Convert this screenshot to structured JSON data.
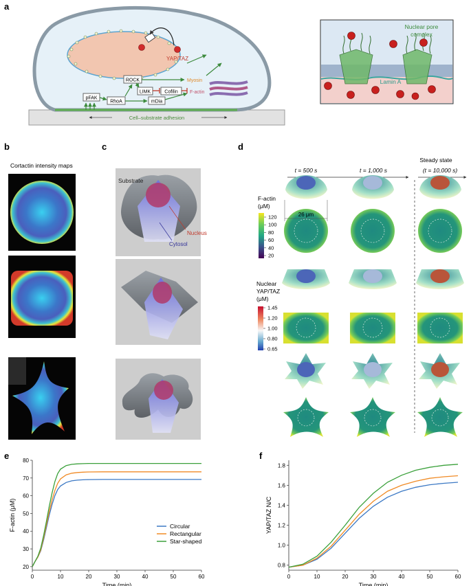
{
  "panels": {
    "a": "a",
    "b": "b",
    "c": "c",
    "d": "d",
    "e": "e",
    "f": "f"
  },
  "a": {
    "yap_taz": "YAP/TAZ",
    "rock": "ROCK",
    "myosin": "Myosin",
    "limk": "LIMK",
    "cofilin": "Cofilin",
    "f_actin": "F-actin",
    "pfak": "pFAK",
    "rhoa": "RhoA",
    "mdia": "mDia",
    "adhesion": "Cell–substrate adhesion",
    "npc_line1": "Nuclear pore",
    "npc_line2": "complex",
    "lamin": "Lamin A"
  },
  "b": {
    "title": "Cortactin intensity maps"
  },
  "c": {
    "substrate": "Substrate",
    "nucleus": "Nucleus",
    "cytosol": "Cytosol"
  },
  "d": {
    "t1": "t = 500 s",
    "t2": "t = 1,000 s",
    "steady": "Steady state",
    "t3": "(t = 10,000 s)",
    "scale": "26 μm",
    "factin_title1": "F-actin",
    "factin_title2": "(μM)",
    "factin_ticks": [
      "120",
      "100",
      "80",
      "60",
      "40",
      "20"
    ],
    "yap_title1": "Nuclear",
    "yap_title2": "YAP/TAZ",
    "yap_title3": "(μM)",
    "yap_ticks": [
      "1.45",
      "1.20",
      "1.00",
      "0.80",
      "0.65"
    ]
  },
  "colors": {
    "circular": "#3b78c4",
    "rectangular": "#f08a24",
    "star": "#3aa03a"
  },
  "chart_data": [
    {
      "type": "line",
      "title": "",
      "xlabel": "Time (min)",
      "ylabel": "F-actin (μM)",
      "xlim": [
        0,
        60
      ],
      "ylim": [
        18,
        80
      ],
      "xticks": [
        "0",
        "10",
        "20",
        "30",
        "40",
        "50",
        "60"
      ],
      "yticks": [
        "20",
        "30",
        "40",
        "50",
        "60",
        "70",
        "80"
      ],
      "x": [
        0,
        1,
        2,
        3,
        4,
        5,
        6,
        7,
        8,
        9,
        10,
        12,
        14,
        16,
        18,
        20,
        25,
        30,
        40,
        50,
        60
      ],
      "series": [
        {
          "name": "Circular",
          "values": [
            20,
            23,
            25.5,
            29,
            35,
            42,
            49,
            55,
            60,
            63.5,
            65.5,
            67.5,
            68.4,
            68.8,
            69,
            69.1,
            69.2,
            69.2,
            69.2,
            69.2,
            69.2
          ]
        },
        {
          "name": "Rectangular",
          "values": [
            20,
            23,
            25.5,
            29.5,
            36,
            43.5,
            51,
            57.5,
            63,
            67,
            69.5,
            71.8,
            72.7,
            73.1,
            73.3,
            73.4,
            73.5,
            73.5,
            73.5,
            73.5,
            73.5
          ]
        },
        {
          "name": "Star-shaped",
          "values": [
            20,
            23,
            26,
            30.5,
            37.5,
            45.5,
            54,
            61.5,
            68,
            72.5,
            75,
            77,
            77.7,
            78,
            78.1,
            78.2,
            78.2,
            78.2,
            78.2,
            78.2,
            78.2
          ]
        }
      ],
      "legend": "center-right"
    },
    {
      "type": "line",
      "title": "",
      "xlabel": "Time (min)",
      "ylabel": "YAP/TAZ N/C",
      "xlim": [
        0,
        60
      ],
      "ylim": [
        0.75,
        1.85
      ],
      "xticks": [
        "0",
        "10",
        "20",
        "30",
        "40",
        "50",
        "60"
      ],
      "yticks": [
        "0.8",
        "1.0",
        "1.2",
        "1.4",
        "1.6",
        "1.8"
      ],
      "x": [
        0,
        5,
        10,
        15,
        20,
        25,
        30,
        35,
        40,
        45,
        50,
        55,
        60
      ],
      "series": [
        {
          "name": "Circular",
          "values": [
            0.78,
            0.8,
            0.86,
            0.97,
            1.12,
            1.27,
            1.39,
            1.48,
            1.54,
            1.58,
            1.605,
            1.62,
            1.63
          ]
        },
        {
          "name": "Rectangular",
          "values": [
            0.78,
            0.8,
            0.87,
            0.99,
            1.15,
            1.31,
            1.44,
            1.54,
            1.6,
            1.64,
            1.67,
            1.685,
            1.695
          ]
        },
        {
          "name": "Star-shaped",
          "values": [
            0.78,
            0.81,
            0.89,
            1.03,
            1.2,
            1.38,
            1.52,
            1.63,
            1.7,
            1.75,
            1.78,
            1.8,
            1.81
          ]
        }
      ],
      "legend": "none"
    }
  ]
}
